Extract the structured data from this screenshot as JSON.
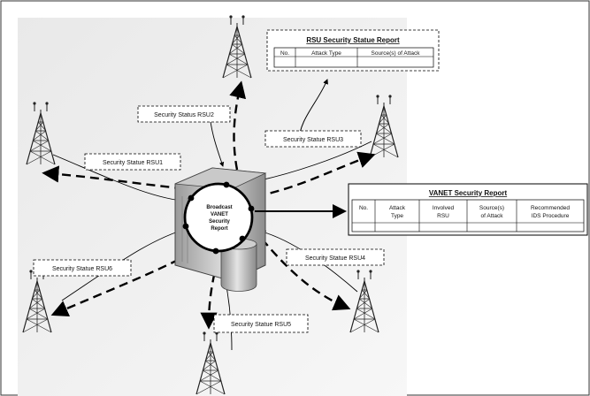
{
  "labels": {
    "rsu1": "Security Statue RSU1",
    "rsu2": "Security Status RSU2",
    "rsu3": "Security Statue RSU3",
    "rsu4": "Security Statue RSU4",
    "rsu5": "Security Statue RSU5",
    "rsu6": "Security Statue RSU6"
  },
  "server": {
    "line1": "Broadcast",
    "line2": "VANET",
    "line3": "Security",
    "line4": "Report"
  },
  "rsu_report": {
    "title": "RSU Security Statue Report",
    "headers": [
      "No.",
      "Attack Type",
      "Source(s) of Attack"
    ]
  },
  "vanet_report": {
    "title": "VANET Security Report",
    "headers": [
      [
        "No."
      ],
      [
        "Attack",
        "Type"
      ],
      [
        "Involved",
        "RSU"
      ],
      [
        "Source(s)",
        "of Attack"
      ],
      [
        "Recommended",
        "IDS Procedure"
      ]
    ]
  }
}
